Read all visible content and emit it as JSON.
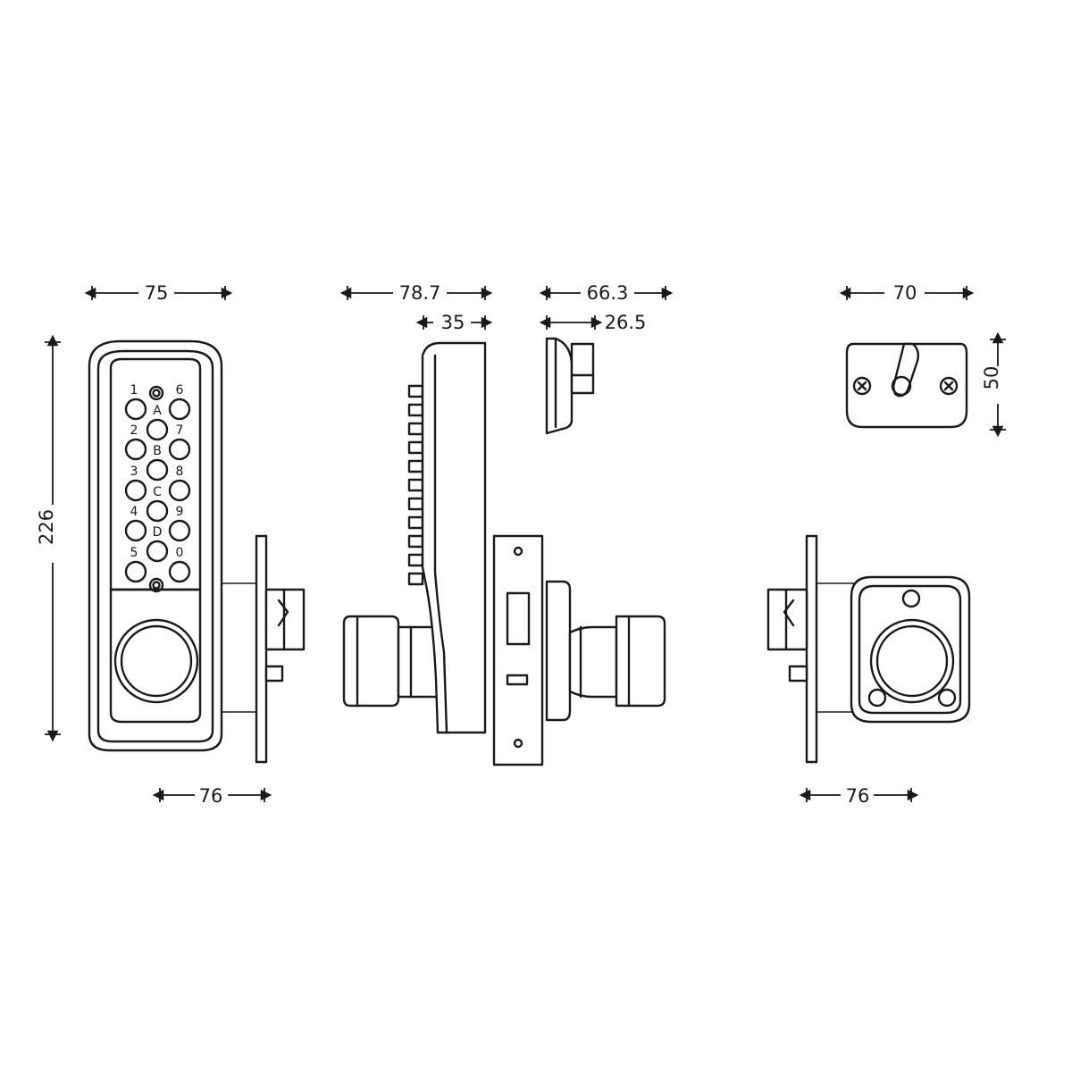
{
  "dimensions": {
    "front_width": "75",
    "front_height": "226",
    "front_depth": "76",
    "side_total": "78.7",
    "side_body": "35",
    "strike_total": "66.3",
    "strike_body": "26.5",
    "rear_width": "70",
    "rear_height": "50",
    "rear_depth": "76"
  },
  "keypad": {
    "left_column": [
      "1",
      "2",
      "3",
      "4",
      "5"
    ],
    "middle_column": [
      "A",
      "B",
      "C",
      "D"
    ],
    "right_column": [
      "6",
      "7",
      "8",
      "9",
      "0"
    ]
  },
  "colors": {
    "line": "#1a1a1a",
    "background": "#ffffff"
  }
}
